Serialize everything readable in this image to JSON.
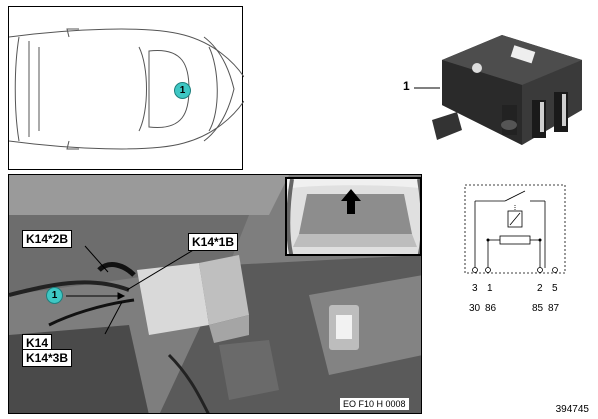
{
  "callout": {
    "part_number": "1"
  },
  "labels": {
    "k14_2b": "K14*2B",
    "k14_1b": "K14*1B",
    "k14": "K14",
    "k14_3b": "K14*3B",
    "location_marker": "1",
    "car_marker": "1"
  },
  "photo_code": "EO F10 H 0008",
  "schematic": {
    "pins_top": [
      "3",
      "1",
      "2",
      "5"
    ],
    "pins_bottom": [
      "30",
      "86",
      "85",
      "87"
    ]
  },
  "doc_number": "394745",
  "colors": {
    "marker": "#3ec7c4",
    "relay_body": "#2a2a2a"
  }
}
